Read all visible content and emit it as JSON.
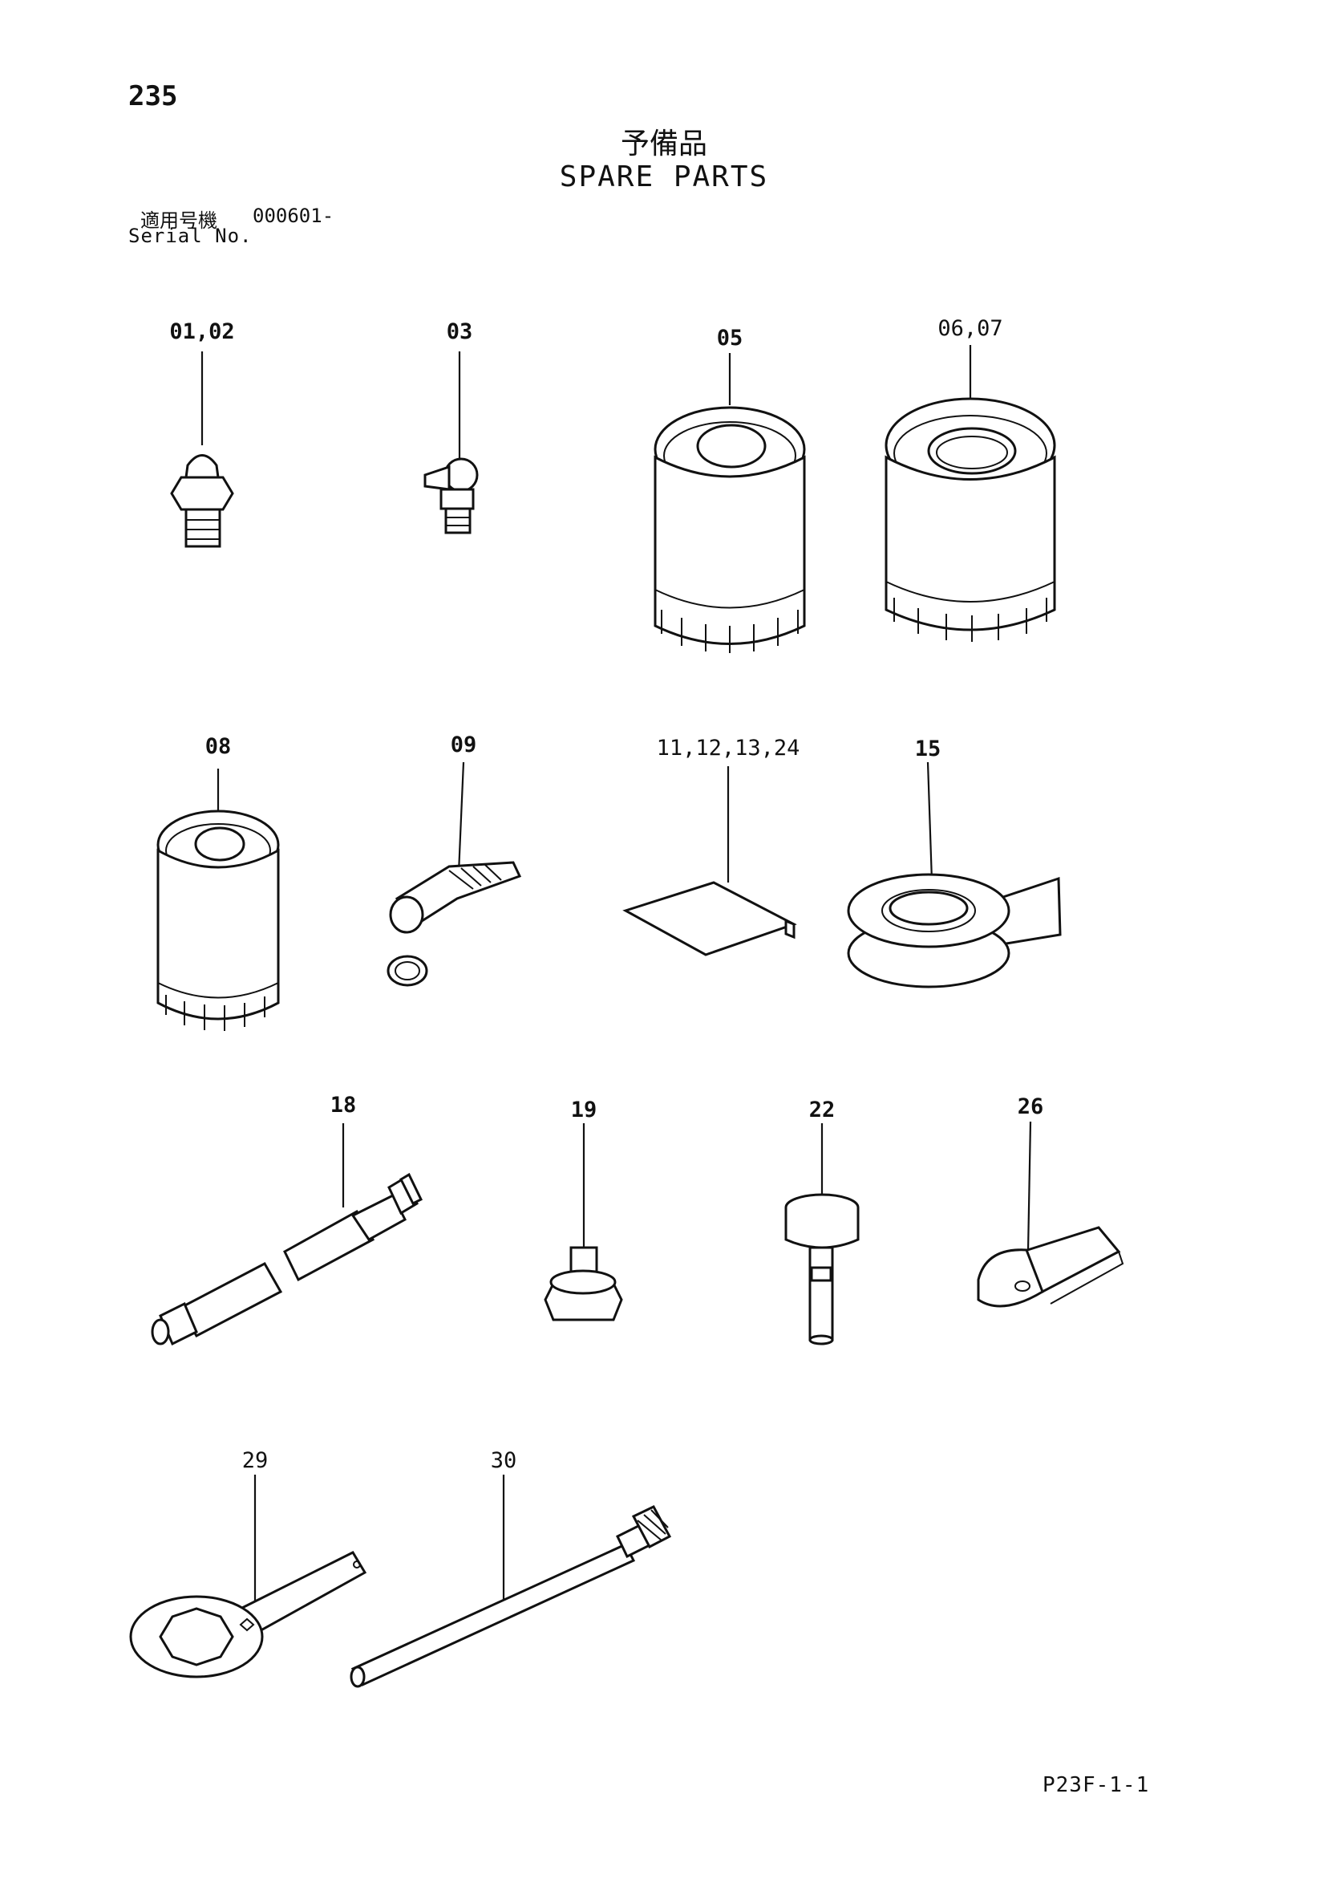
{
  "header": {
    "page_number": "235",
    "title_jp": "予備品",
    "title_en": "SPARE PARTS",
    "serial_label_jp": "適用号機",
    "serial_value": "000601-",
    "serial_label_en": "Serial No."
  },
  "parts": [
    {
      "id": "grease-fitting-straight",
      "label": "01,02"
    },
    {
      "id": "grease-fitting-angled",
      "label": "03"
    },
    {
      "id": "filter-element-05",
      "label": "05"
    },
    {
      "id": "filter-element-06-07",
      "label": "06,07"
    },
    {
      "id": "filter-element-08",
      "label": "08"
    },
    {
      "id": "grease-nozzle",
      "label": "09"
    },
    {
      "id": "gasket-sheet",
      "label": "11,12,13,24"
    },
    {
      "id": "seal-tape-roll",
      "label": "15"
    },
    {
      "id": "grease-gun-extension",
      "label": "18"
    },
    {
      "id": "adapter-nut",
      "label": "19"
    },
    {
      "id": "filter-pin",
      "label": "22"
    },
    {
      "id": "bucket-tooth-clip",
      "label": "26"
    },
    {
      "id": "ring-wrench",
      "label": "29"
    },
    {
      "id": "bar-tool",
      "label": "30"
    }
  ],
  "footer": {
    "code": "P23F-1-1"
  }
}
